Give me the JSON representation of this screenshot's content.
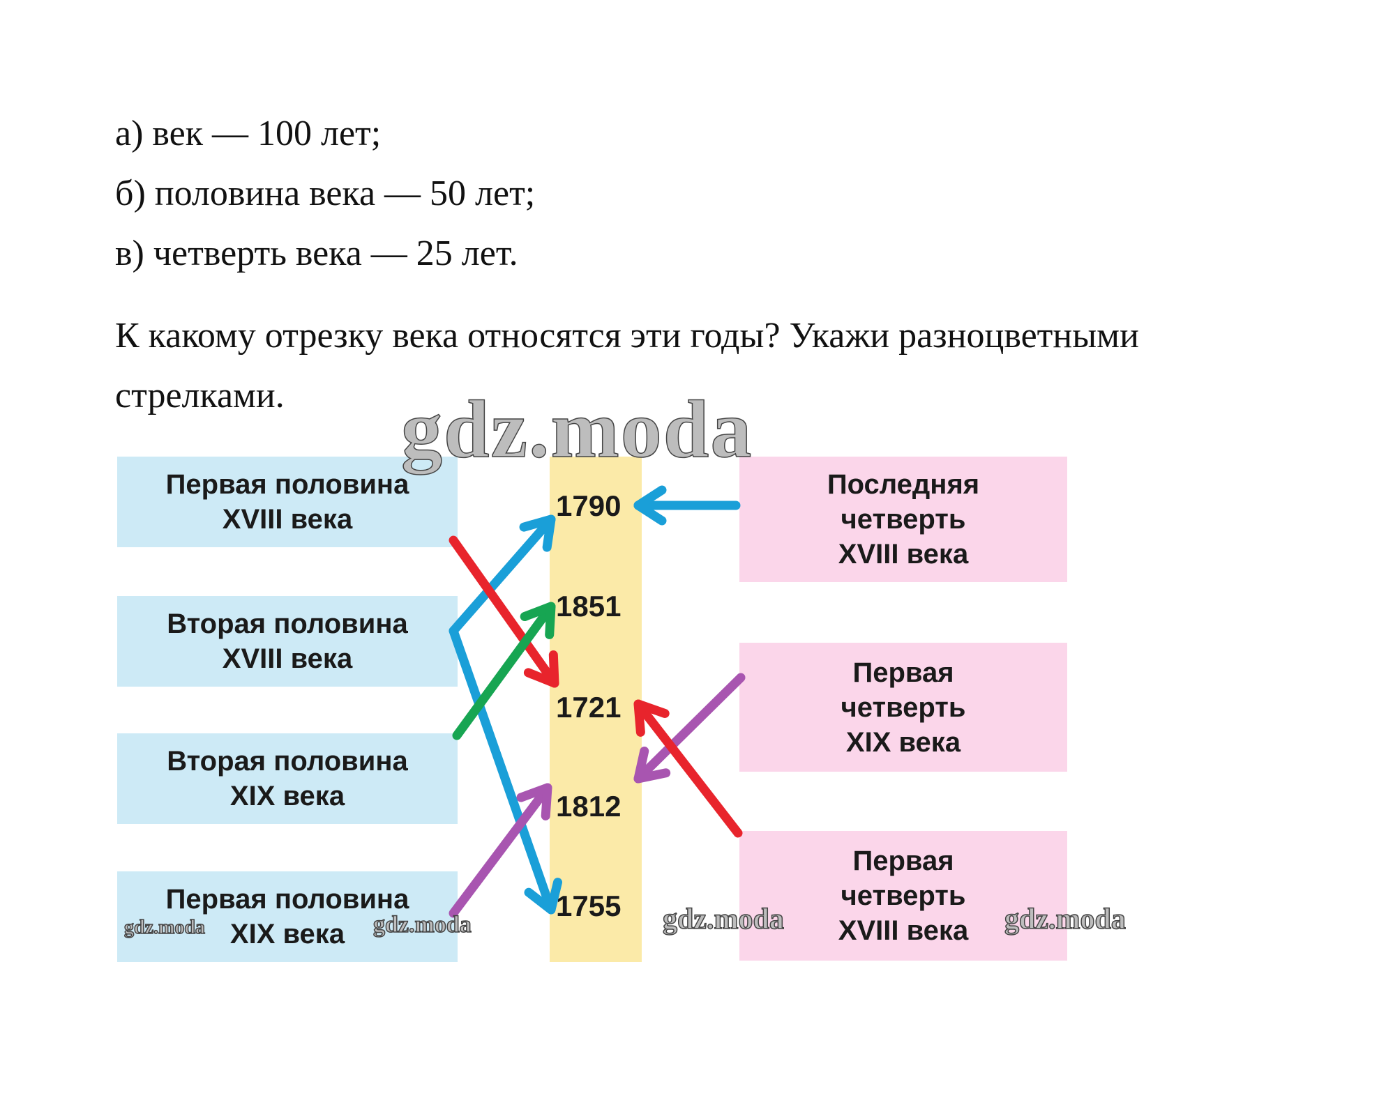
{
  "definitions": [
    "а) век — 100 лет;",
    "б) половина века — 50 лет;",
    "в) четверть века — 25 лет."
  ],
  "question": {
    "line1": "К какому отрезку века относятся эти годы? Укажи разноцветными",
    "line2": "стрелками."
  },
  "left_periods": [
    {
      "line1": "Первая  половина",
      "line2": "XVIII  века"
    },
    {
      "line1": "Вторая  половина",
      "line2": "XVIII  века"
    },
    {
      "line1": "Вторая  половина",
      "line2": "XIX  века"
    },
    {
      "line1": "Первая  половина",
      "line2": "XIX  века"
    }
  ],
  "years": [
    "1790",
    "1851",
    "1721",
    "1812",
    "1755"
  ],
  "right_periods": [
    {
      "line1": "Последняя",
      "line2": "четверть",
      "line3": "XVIII  века"
    },
    {
      "line1": "Первая",
      "line2": "четверть",
      "line3": "XIX  века"
    },
    {
      "line1": "Первая",
      "line2": "четверть",
      "line3": "XVIII  века"
    }
  ],
  "arrows": [
    {
      "from": "Вторая половина XVIII века",
      "to": "1790",
      "color": "#1a9fd8"
    },
    {
      "from": "Вторая половина XVIII века",
      "to": "1755",
      "color": "#1a9fd8"
    },
    {
      "from": "Первая половина XVIII века",
      "to": "1721",
      "color": "#e8242c"
    },
    {
      "from": "Вторая половина XIX века",
      "to": "1851",
      "color": "#17a552"
    },
    {
      "from": "Первая половина XIX века",
      "to": "1812",
      "color": "#a855b0"
    },
    {
      "from": "Последняя четверть XVIII века",
      "to": "1790",
      "color": "#1a9fd8"
    },
    {
      "from": "Первая четверть XIX века",
      "to": "1812",
      "color": "#a855b0"
    },
    {
      "from": "Первая четверть XVIII века",
      "to": "1721",
      "color": "#e8242c"
    }
  ],
  "watermarks": {
    "main": "gdz.moda",
    "small": [
      "gdz.moda",
      "gdz.moda",
      "gdz.moda",
      "gdz.moda"
    ]
  },
  "colors": {
    "left_box": "#cdeaf6",
    "right_box": "#fbd6ea",
    "year_column": "#fbeaa8"
  }
}
